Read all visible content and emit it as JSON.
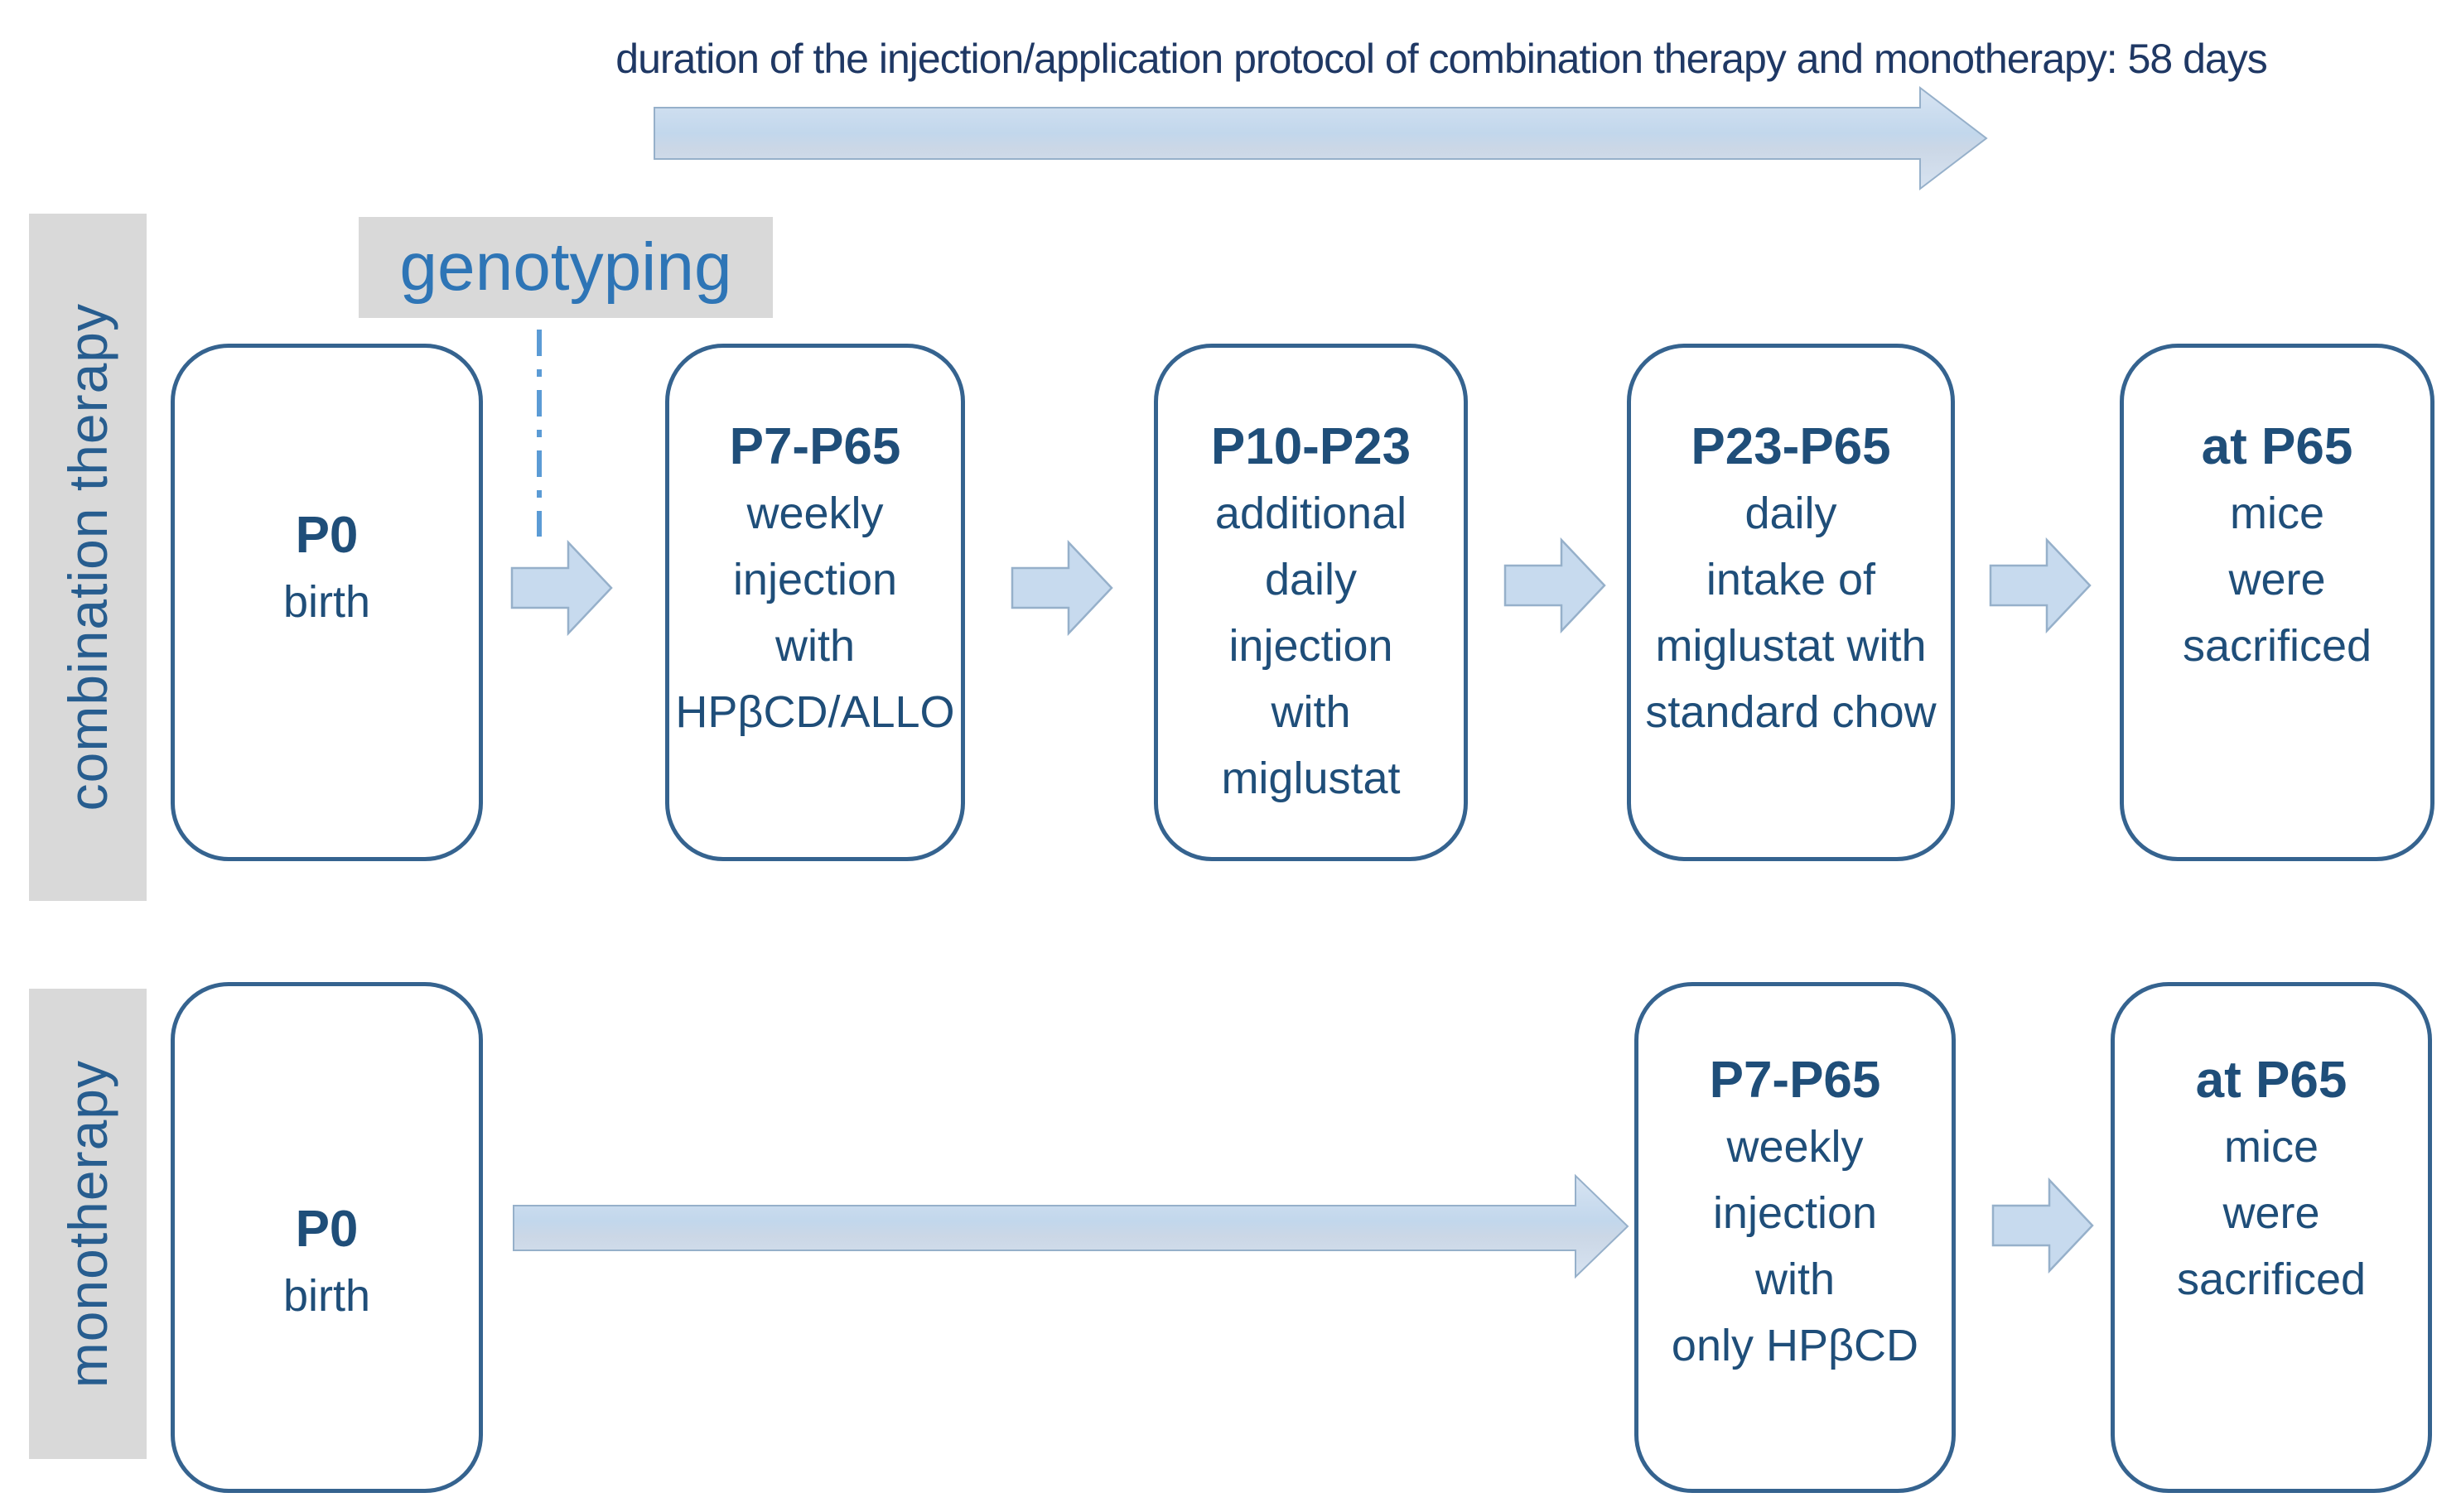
{
  "title": "duration of the injection/application protocol of combination therapy and monotherapy: 58 days",
  "genotyping": {
    "label": "genotyping"
  },
  "colors": {
    "title_text": "#1f3864",
    "box_border": "#35638f",
    "box_text": "#1f4e79",
    "genotyping_text": "#2e75b6",
    "side_label_text": "#275d8f",
    "label_bg": "#d9d9d9",
    "arrow_fill": "#c7daee",
    "arrow_border": "#96b0ca",
    "dash_line": "#5b9bd5"
  },
  "rows": [
    {
      "label": "combination therapy",
      "boxes": [
        {
          "heading": "P0",
          "lines": [
            "birth"
          ]
        },
        {
          "heading": "P7-P65",
          "lines": [
            "weekly",
            "injection",
            "with",
            "HPβCD/ALLO"
          ]
        },
        {
          "heading": "P10-P23",
          "lines": [
            "additional",
            "daily",
            "injection",
            "with",
            "miglustat"
          ]
        },
        {
          "heading": "P23-P65",
          "lines": [
            "daily",
            "intake of",
            "miglustat with",
            "standard chow"
          ]
        },
        {
          "heading": "at P65",
          "lines": [
            "mice",
            "were",
            "sacrificed"
          ]
        }
      ]
    },
    {
      "label": "monotherapy",
      "boxes": [
        {
          "heading": "P0",
          "lines": [
            "birth"
          ]
        },
        {
          "heading": "P7-P65",
          "lines": [
            "weekly",
            "injection",
            "with",
            "only HPβCD"
          ]
        },
        {
          "heading": "at P65",
          "lines": [
            "mice",
            "were",
            "sacrificed"
          ]
        }
      ]
    }
  ]
}
